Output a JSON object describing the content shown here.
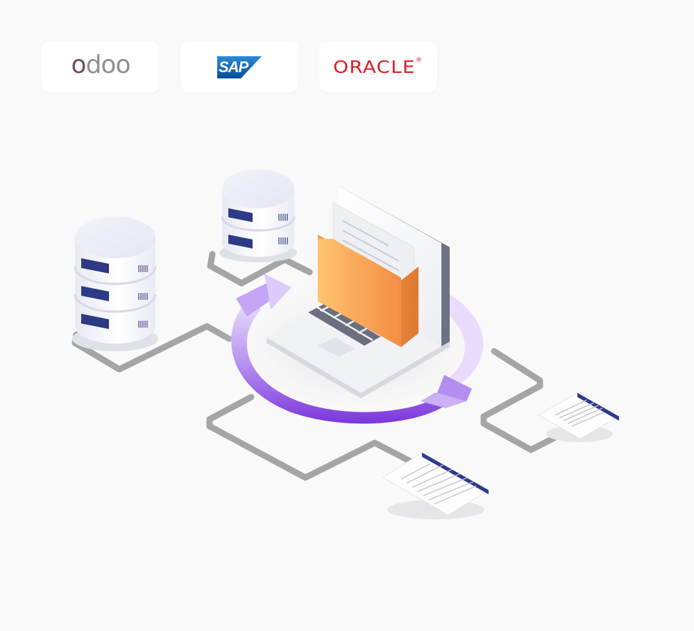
{
  "logos": [
    {
      "first": "o",
      "rest": "doo"
    },
    {
      "text": "SAP"
    },
    {
      "text": "ORACLE",
      "mark": "®"
    }
  ],
  "colors": {
    "background": "#f9f9f9",
    "odoo_purple": "#714b67",
    "odoo_gray": "#8f8f8f",
    "sap_blue": "#1a6fbf",
    "oracle_red": "#e11d24",
    "sync_ring": "#7d3ddc",
    "folder": "#f6a551",
    "pipe": "#a5a5a7"
  },
  "icons": [
    "database-icon",
    "laptop-icon",
    "folder-icon",
    "sync-arrows-icon",
    "document-icon"
  ]
}
